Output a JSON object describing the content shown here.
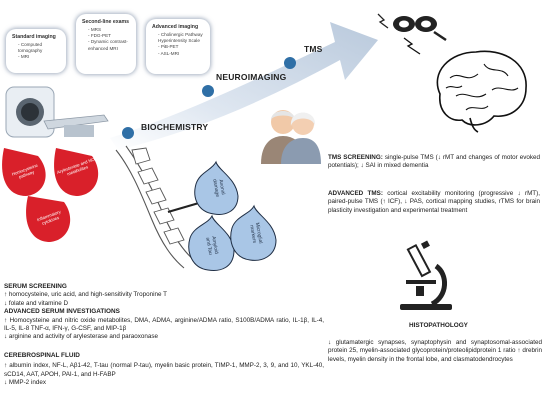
{
  "cards": {
    "standard": {
      "title": "Standard imaging",
      "items": [
        "Computed tomography",
        "MRI"
      ]
    },
    "second_line": {
      "title": "Second-line exams",
      "items": [
        "MRS",
        "FDG-PET",
        "Dynamic contrast-enhanced MRI"
      ]
    },
    "advanced": {
      "title": "Advanced imaging",
      "items": [
        "Cholinergic Pathway Hyperintensity Scale",
        "PiB-PET",
        "ASL-MRI"
      ]
    }
  },
  "stages": {
    "tms": "TMS",
    "neuroimaging": "NEUROIMAGING",
    "biochemistry": "BIOCHEMISTRY"
  },
  "drops": {
    "red": [
      "Homocysteine pathway",
      "Arylesterase and NO metabolites",
      "Inflammatory cytokines"
    ],
    "blue": [
      "Axonal damage",
      "Amyloid and Tau",
      "Microglial markers"
    ]
  },
  "tms_section": {
    "screening_title": "TMS SCREENING:",
    "screening_text": "single-pulse TMS (↓ rMT and changes of motor evoked potentials); ↓ SAI in mixed dementia",
    "advanced_title": "ADVANCED TMS:",
    "advanced_text": "cortical excitability monitoring (progressive ↓ rMT), paired-pulse TMS (↑ ICF), ↓ PAS, cortical mapping studies, rTMS for brain plasticity investigation and experimental treatment"
  },
  "histopathology": {
    "title": "HISTOPATHOLOGY",
    "text": "↓ glutamatergic synapses, synaptophysin and synaptosomal-associated protein 25, myelin-associated glycoprotein/proteolipidprotein 1 ratio ↑ drebrin levels, myelin density in the frontal lobe, and clasmatodendrocytes"
  },
  "serum": {
    "screening_title": "SERUM SCREENING",
    "screening_lines": [
      "↑ homocysteine, uric acid, and high-sensitivity Troponine T",
      "↓ folate and vitamine D"
    ],
    "advanced_title": "ADVANCED SERUM INVESTIGATIONS",
    "advanced_text": "↑ Homocysteine and nitric oxide metabolites, DMA, ADMA, arginine/ADMA ratio, S100B/ADMA ratio, IL-1β, IL-4, IL-5, IL-8 TNF-α, IFN-γ, G-CSF, and MIP-1β",
    "advanced_line2": "↓ arginine and activity of arylesterase and paraoxonase"
  },
  "csf": {
    "title": "CEREBROSPINAL FLUID",
    "text": "↑ albumin index, NF-L, Aβ1-42, T-tau (normal P-tau), myelin basic protein, TIMP-1, MMP-2, 3, 9, and 10, YKL-40, sCD14, AAT, APOH, PAI-1, and H-FABP",
    "line2": "↓ MMP-2 index"
  },
  "colors": {
    "arrow": "#c8d6e6",
    "dot": "#2f6fa6",
    "red_drop": "#d9202a",
    "blue_drop": "#a9c6e6"
  }
}
